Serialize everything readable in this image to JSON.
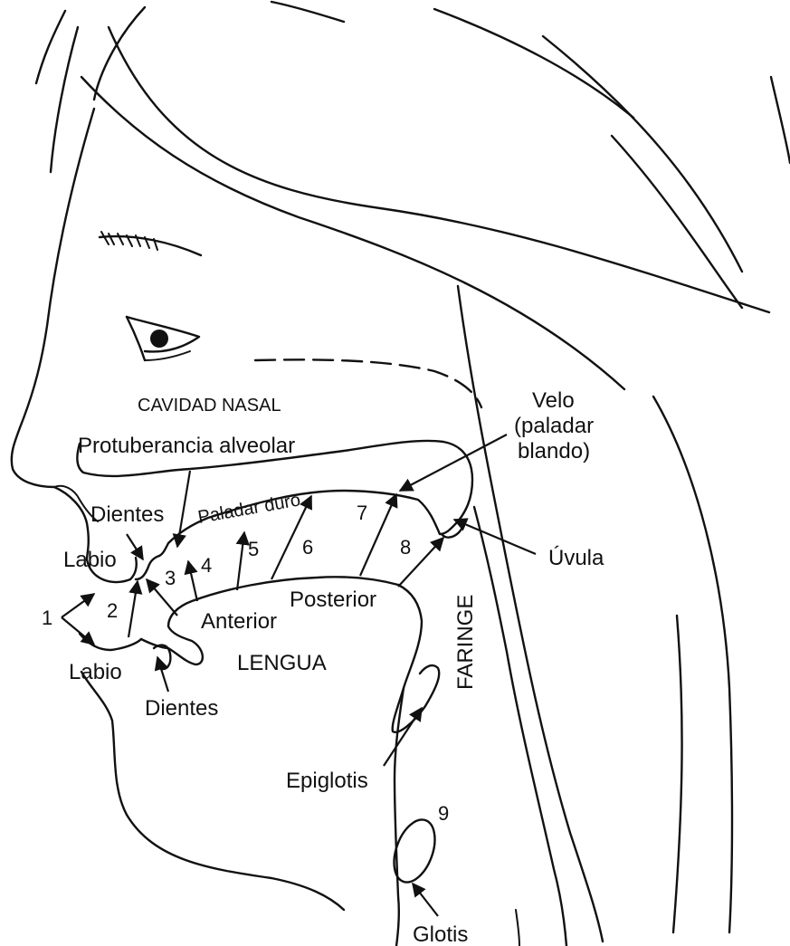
{
  "labels": {
    "nasal_cavity": "CAVIDAD NASAL",
    "alveolar_ridge": "Protuberancia alveolar",
    "velum_line1": "Velo",
    "velum_line2": "(paladar",
    "velum_line3": "blando)",
    "hard_palate": "Paladar duro",
    "upper_teeth": "Dientes",
    "upper_lip": "Labio",
    "uvula": "Úvula",
    "lower_lip": "Labio",
    "lower_teeth": "Dientes",
    "tongue_front": "Anterior",
    "tongue_back": "Posterior",
    "tongue": "LENGUA",
    "pharynx": "FARINGE",
    "epiglottis": "Epiglotis",
    "glottis": "Glotis"
  },
  "numbers": [
    "1",
    "2",
    "3",
    "4",
    "5",
    "6",
    "7",
    "8",
    "9"
  ],
  "colors": {
    "ink": "#111111",
    "paper": "#ffffff"
  }
}
